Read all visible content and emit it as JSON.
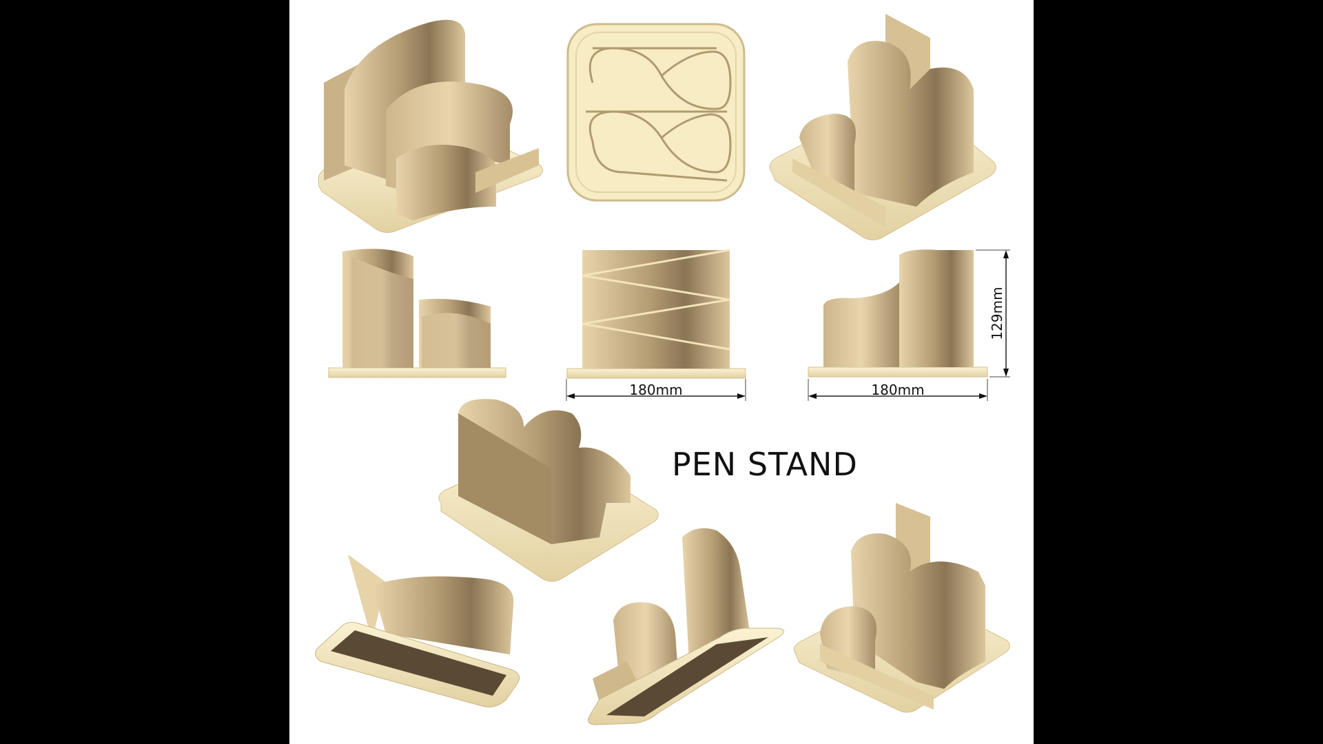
{
  "title": "PEN STAND",
  "dimensions": {
    "front_width": "180mm",
    "side_width": "180mm",
    "height": "129mm"
  },
  "colors": {
    "background": "#000000",
    "panel": "#ffffff",
    "base": "#f6e9bf",
    "wall_light": "#e6d1a6",
    "wall_dark": "#7d6a4d"
  }
}
